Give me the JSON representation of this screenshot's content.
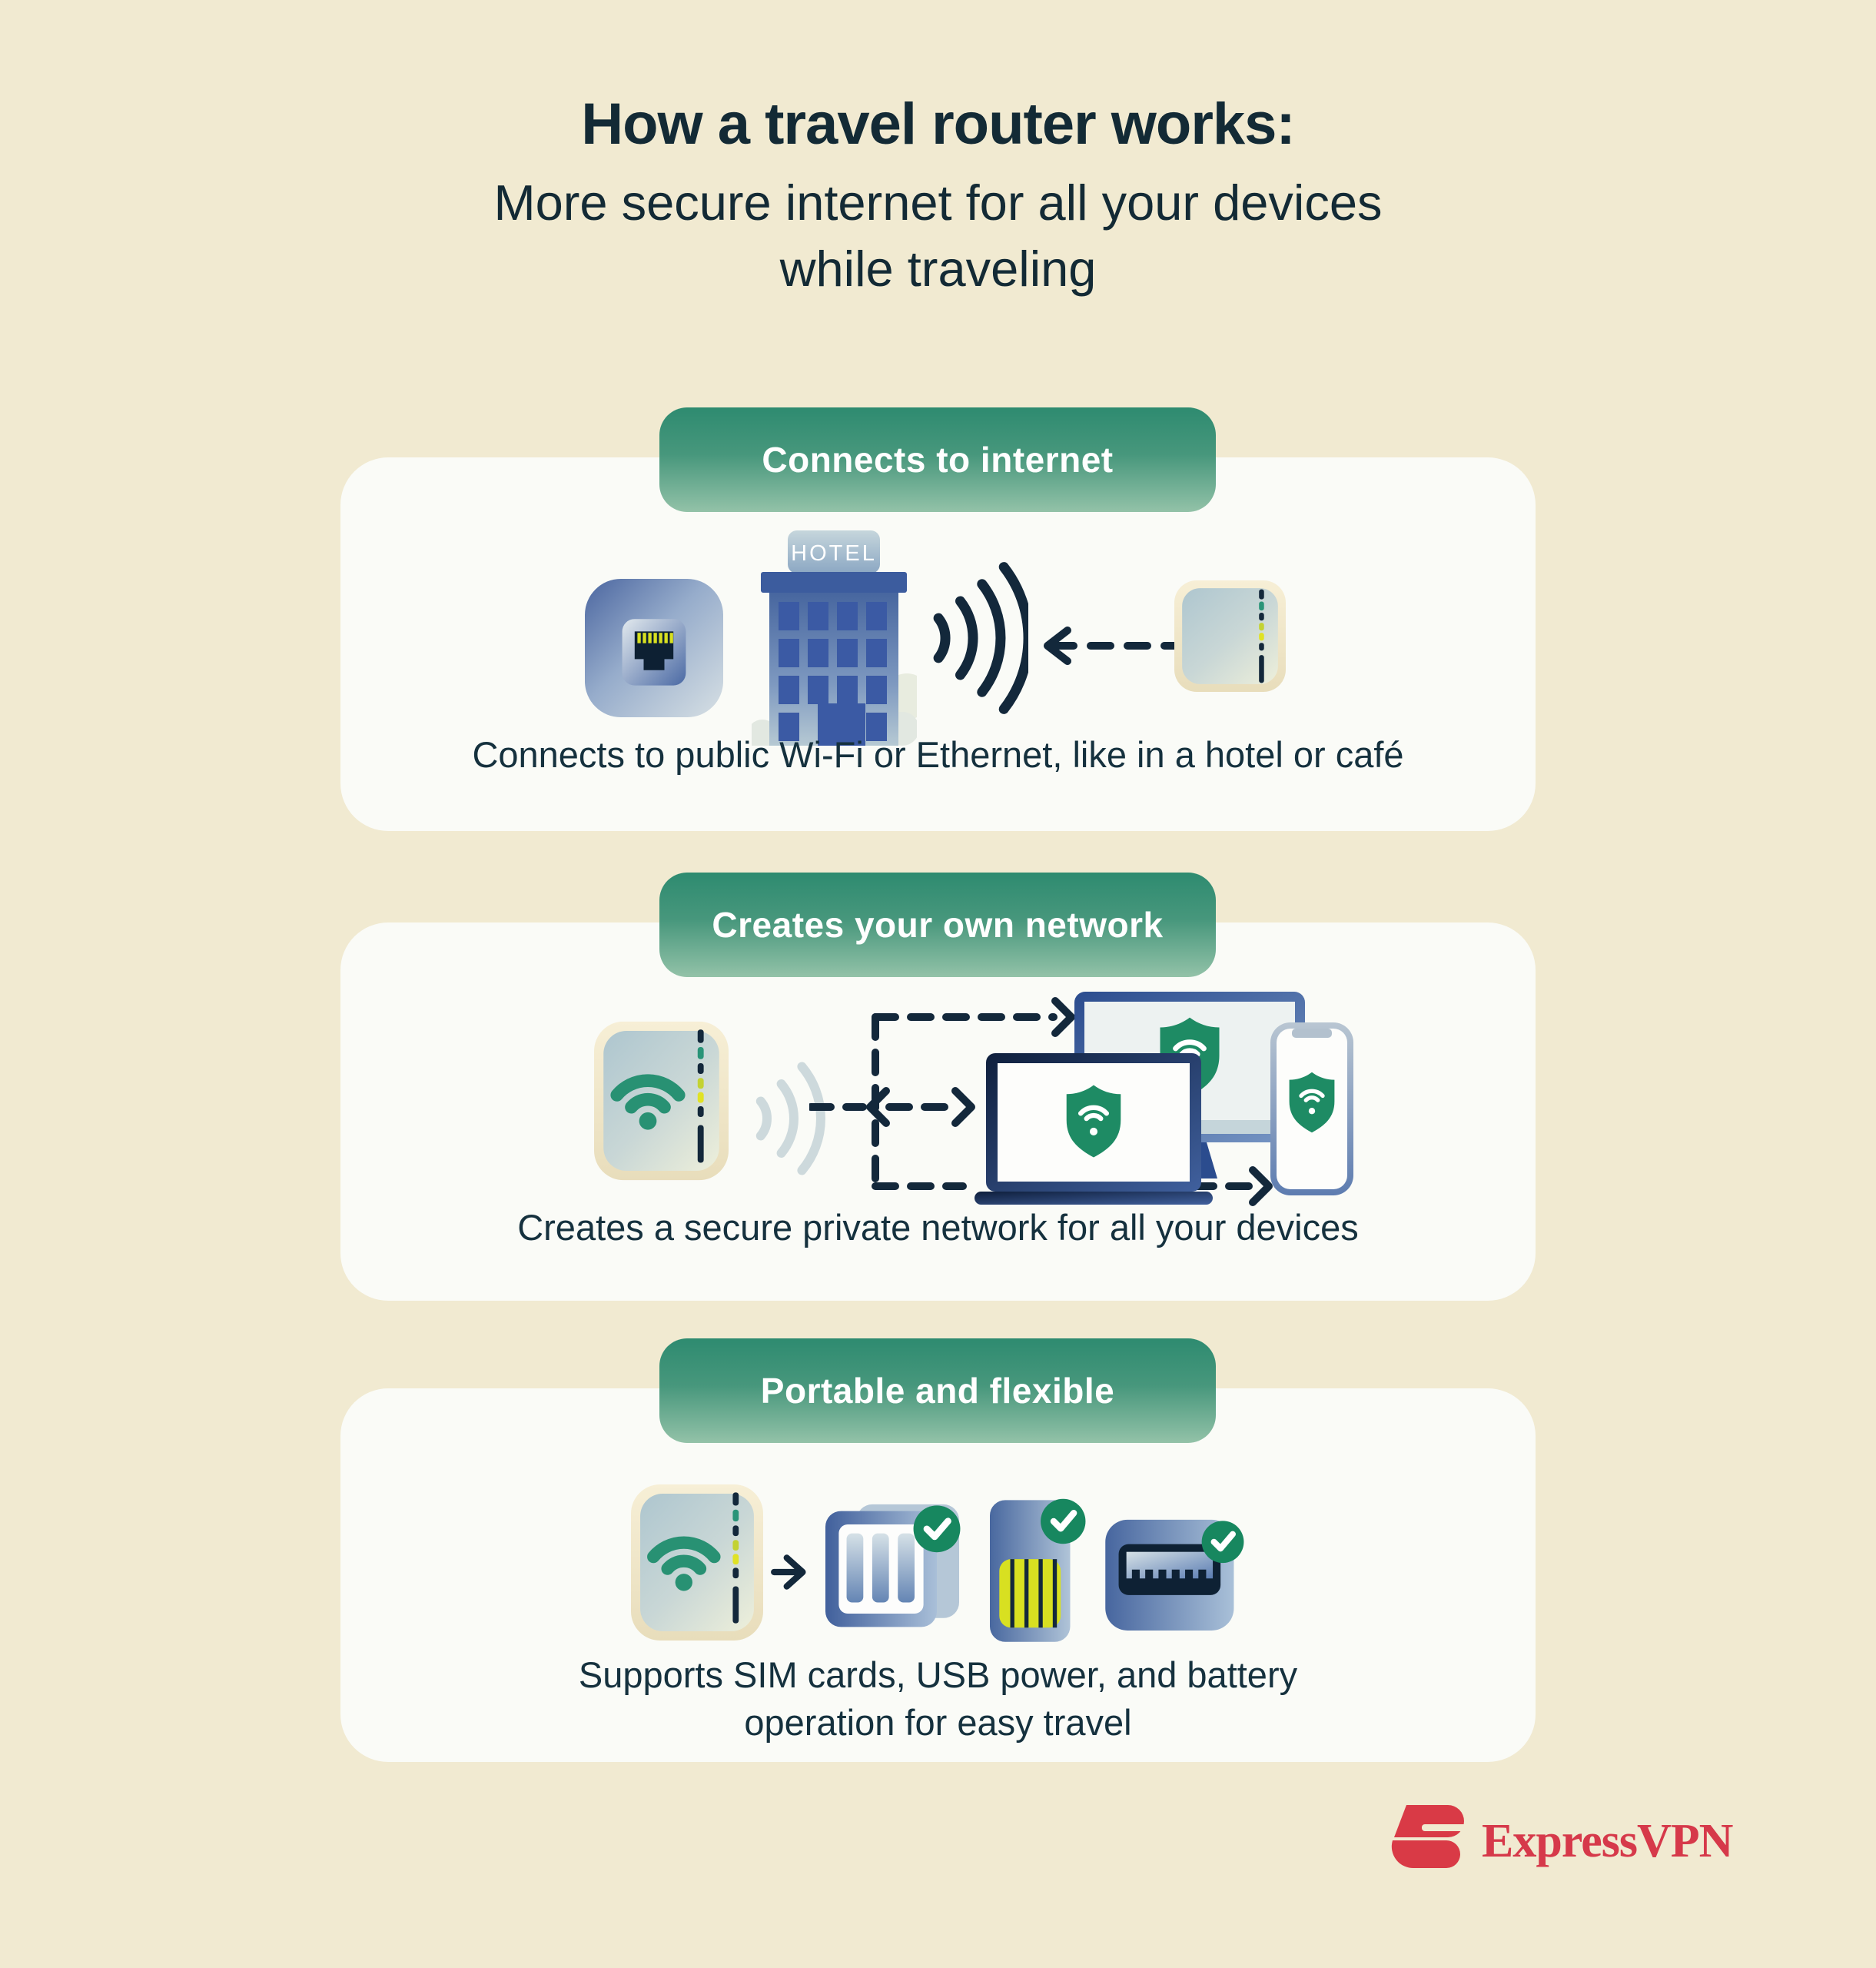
{
  "page": {
    "title": "How a travel router works:",
    "subtitle_line1": "More secure internet for all your devices",
    "subtitle_line2": "while traveling"
  },
  "sections": [
    {
      "badge": "Connects to internet",
      "hotel_sign": "HOTEL",
      "caption": "Connects to public Wi-Fi or Ethernet, like in a hotel or café"
    },
    {
      "badge": "Creates your own network",
      "caption": "Creates a secure private network for all your devices"
    },
    {
      "badge": "Portable and flexible",
      "caption_line1": "Supports SIM cards, USB power, and battery",
      "caption_line2": "operation for easy travel"
    }
  ],
  "footer": {
    "brand": "ExpressVPN"
  },
  "icons": {
    "ethernet_port": "ethernet-port-icon",
    "hotel_building": "hotel-building-icon",
    "wifi_signal": "wifi-signal-icon",
    "signal_waves": "signal-waves-icon",
    "dashed_arrow": "dashed-arrow-icon",
    "travel_router": "travel-router-icon",
    "laptop": "laptop-icon",
    "monitor": "monitor-icon",
    "smartphone": "smartphone-icon",
    "shield_wifi": "shield-wifi-icon",
    "arrow_right": "→",
    "arrow_left": "←",
    "battery": "battery-icon",
    "sim_card": "sim-card-icon",
    "usb_port": "usb-port-icon",
    "checkmark": "✓",
    "brand_logo": "expressvpn-flag-icon"
  },
  "colors": {
    "background": "#f1ead1",
    "card": "#fafbf7",
    "badge_top": "#2e8b70",
    "badge_bottom": "#93c2a8",
    "heading": "#132a35",
    "body_text": "#15313e",
    "illustration_navy": "#13283b",
    "shield_green": "#1e8b64",
    "wifi_green": "#289173",
    "led_yellow": "#d8e021",
    "brand_red": "#d6394a"
  }
}
